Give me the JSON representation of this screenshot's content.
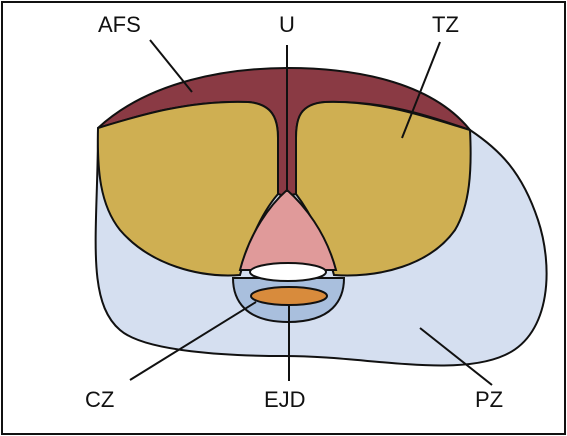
{
  "labels": {
    "afs": "AFS",
    "u": "U",
    "tz": "TZ",
    "cz": "CZ",
    "ejd": "EJD",
    "pz": "PZ"
  },
  "colors": {
    "peripheral_zone": "#d5dff0",
    "central_zone": "#a9bfdd",
    "transition_zone": "#cfaf52",
    "anterior_fibromuscular_stroma": "#8a3a44",
    "urethra": "#e09a9a",
    "ejaculatory_duct": "#d88b3c",
    "outline": "#111111"
  }
}
